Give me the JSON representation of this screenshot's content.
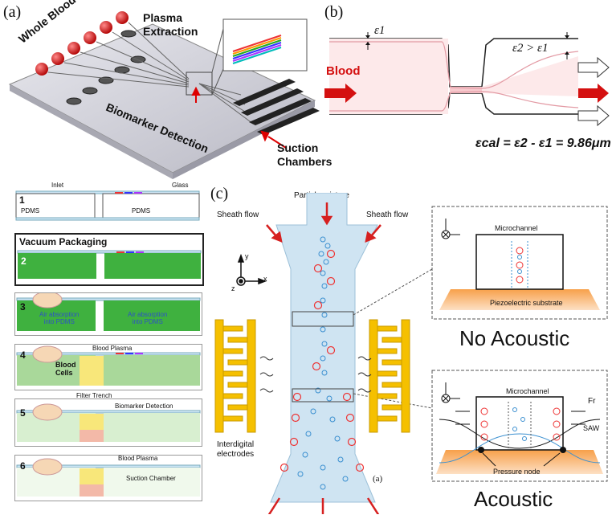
{
  "panel_a": {
    "letter": "(a)",
    "whole_blood": "Whole Blood",
    "plasma_extraction": "Plasma\nExtraction",
    "biomarker_detection": "Biomarker Detection",
    "suction_chambers": "Suction\nChambers"
  },
  "panel_b": {
    "letter": "(b)",
    "blood": "Blood",
    "eps1": "ε1",
    "eps2_gt": "ε2 > ε1",
    "equation": "εcal = ε2 - ε1 = 9.86μm"
  },
  "steps": {
    "inlet": "Inlet",
    "glass": "Glass",
    "pdms_left": "PDMS",
    "pdms_right": "PDMS",
    "vacuum_packaging": "Vacuum Packaging",
    "air_absorption_1": "Air absorption\ninto PDMS",
    "air_absorption_2": "Air absorption\ninto PDMS",
    "blood_plasma_4": "Blood Plasma",
    "blood_cells": "Blood\nCells",
    "filter_trench": "Filter Trench",
    "biomarker_detection_5": "Biomarker Detection",
    "blood_plasma_6": "Blood Plasma",
    "suction_chamber": "Suction Chamber",
    "numbers": [
      "1",
      "2",
      "3",
      "4",
      "5",
      "6"
    ]
  },
  "panel_c": {
    "letter": "(c)",
    "particle_mixture": "Particle mixture",
    "sheath_flow_left": "Sheath flow",
    "sheath_flow_right": "Sheath flow",
    "interdigital": "Interdigital\nelectrodes",
    "sublabel": "(a)",
    "no_acoustic": "No Acoustic",
    "acoustic": "Acoustic",
    "microchannel_top": "Microchannel",
    "piezo": "Piezoelectric substrate",
    "microchannel_bottom": "Microchannel",
    "saw": "SAW",
    "pressure_node": "Pressure node",
    "fr": "Fr",
    "axis_z": "z",
    "axis_x": "x",
    "axis_y": "y"
  },
  "colors": {
    "red": "#e02020",
    "yellow": "#f5c000",
    "green": "#3fb13f",
    "channel_blue": "#cfe4f2",
    "orange": "#f08a20"
  }
}
